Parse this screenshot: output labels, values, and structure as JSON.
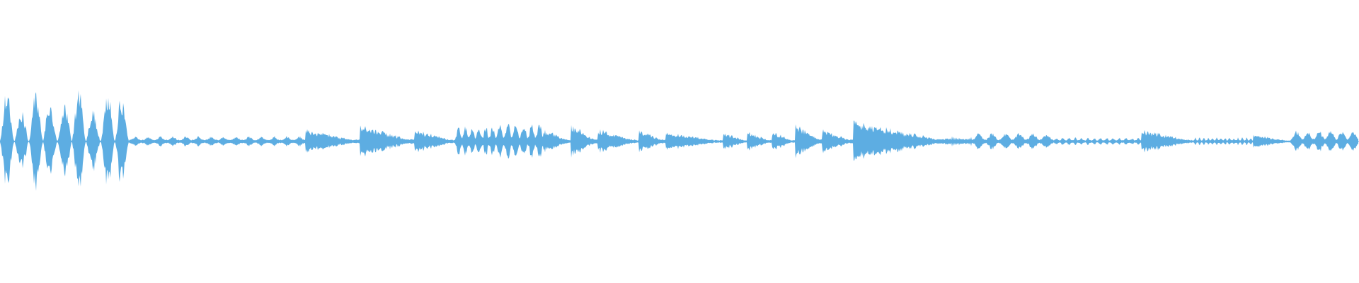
{
  "waveform": {
    "color": "#5DADE2",
    "background": "#ffffff",
    "center_line": true,
    "segments": [
      {
        "start": 0.0,
        "end": 0.095,
        "amp": 0.2,
        "pattern": "bursts"
      },
      {
        "start": 0.095,
        "end": 0.225,
        "amp": 0.02,
        "pattern": "quiet"
      },
      {
        "start": 0.225,
        "end": 0.265,
        "amp": 0.05,
        "pattern": "decay"
      },
      {
        "start": 0.265,
        "end": 0.305,
        "amp": 0.07,
        "pattern": "decay"
      },
      {
        "start": 0.305,
        "end": 0.335,
        "amp": 0.05,
        "pattern": "decay"
      },
      {
        "start": 0.335,
        "end": 0.365,
        "amp": 0.06,
        "pattern": "blips"
      },
      {
        "start": 0.365,
        "end": 0.4,
        "amp": 0.07,
        "pattern": "blips"
      },
      {
        "start": 0.4,
        "end": 0.42,
        "amp": 0.05,
        "pattern": "decay"
      },
      {
        "start": 0.42,
        "end": 0.44,
        "amp": 0.07,
        "pattern": "decay"
      },
      {
        "start": 0.44,
        "end": 0.47,
        "amp": 0.05,
        "pattern": "decay"
      },
      {
        "start": 0.47,
        "end": 0.49,
        "amp": 0.05,
        "pattern": "decay"
      },
      {
        "start": 0.49,
        "end": 0.532,
        "amp": 0.04,
        "pattern": "decay"
      },
      {
        "start": 0.532,
        "end": 0.55,
        "amp": 0.04,
        "pattern": "decay"
      },
      {
        "start": 0.55,
        "end": 0.568,
        "amp": 0.04,
        "pattern": "decay"
      },
      {
        "start": 0.568,
        "end": 0.585,
        "amp": 0.04,
        "pattern": "decay"
      },
      {
        "start": 0.585,
        "end": 0.605,
        "amp": 0.07,
        "pattern": "decay"
      },
      {
        "start": 0.605,
        "end": 0.628,
        "amp": 0.05,
        "pattern": "decay"
      },
      {
        "start": 0.628,
        "end": 0.7,
        "amp": 0.08,
        "pattern": "decay"
      },
      {
        "start": 0.7,
        "end": 0.715,
        "amp": 0.02,
        "pattern": "quiet"
      },
      {
        "start": 0.715,
        "end": 0.775,
        "amp": 0.03,
        "pattern": "blips"
      },
      {
        "start": 0.775,
        "end": 0.84,
        "amp": 0.015,
        "pattern": "quiet"
      },
      {
        "start": 0.84,
        "end": 0.878,
        "amp": 0.05,
        "pattern": "decay"
      },
      {
        "start": 0.878,
        "end": 0.922,
        "amp": 0.015,
        "pattern": "quiet"
      },
      {
        "start": 0.922,
        "end": 0.95,
        "amp": 0.03,
        "pattern": "decay"
      },
      {
        "start": 0.95,
        "end": 1.0,
        "amp": 0.04,
        "pattern": "blips"
      }
    ]
  }
}
